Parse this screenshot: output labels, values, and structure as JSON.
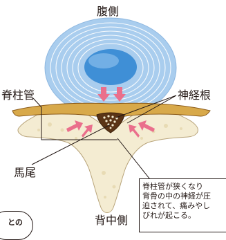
{
  "labels": {
    "ventral": "腹側",
    "spinal_canal": "脊柱管",
    "nerve_root": "神経根",
    "cauda_equina": "馬尾",
    "dorsal": "背中側"
  },
  "note_lines": [
    "脊柱管が狭くなり",
    "背骨の中の神経が圧",
    "迫されて、痛みやし",
    "びれが起こる。"
  ],
  "corner_badge": "との",
  "colors": {
    "disc_outer": "#a9cdee",
    "disc_ring_line": "#ffffff",
    "disc_nucleus": "#3f8fd6",
    "ligament": "#d8a94a",
    "ligament_edge": "#8a5a1a",
    "bone": "#f4ecd2",
    "bone_edge": "#b8a47a",
    "arrow": "#ea6f8c",
    "nerve_sac": "#5a3416",
    "line": "#231815"
  }
}
